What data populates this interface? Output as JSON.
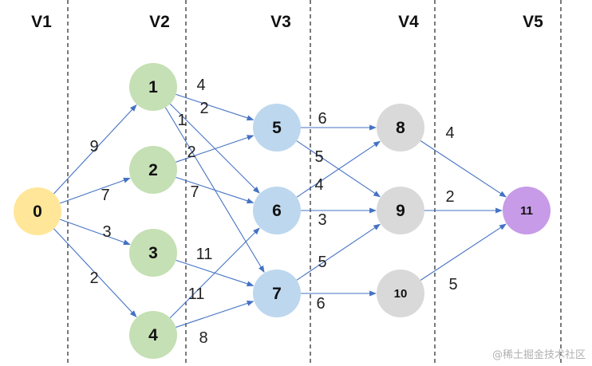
{
  "layers": [
    "V1",
    "V2",
    "V3",
    "V4",
    "V5"
  ],
  "nodes": [
    {
      "id": "0",
      "layer": 0,
      "color": "#FFE699"
    },
    {
      "id": "1",
      "layer": 1,
      "color": "#C5E0B4"
    },
    {
      "id": "2",
      "layer": 1,
      "color": "#C5E0B4"
    },
    {
      "id": "3",
      "layer": 1,
      "color": "#C5E0B4"
    },
    {
      "id": "4",
      "layer": 1,
      "color": "#C5E0B4"
    },
    {
      "id": "5",
      "layer": 2,
      "color": "#BDD7EE"
    },
    {
      "id": "6",
      "layer": 2,
      "color": "#BDD7EE"
    },
    {
      "id": "7",
      "layer": 2,
      "color": "#BDD7EE"
    },
    {
      "id": "8",
      "layer": 3,
      "color": "#D9D9D9"
    },
    {
      "id": "9",
      "layer": 3,
      "color": "#D9D9D9"
    },
    {
      "id": "10",
      "layer": 3,
      "color": "#D9D9D9"
    },
    {
      "id": "11",
      "layer": 4,
      "color": "#C79BE8"
    }
  ],
  "edges": [
    {
      "from": "0",
      "to": "1",
      "weight": "9"
    },
    {
      "from": "0",
      "to": "2",
      "weight": "7"
    },
    {
      "from": "0",
      "to": "3",
      "weight": "3"
    },
    {
      "from": "0",
      "to": "4",
      "weight": "2"
    },
    {
      "from": "1",
      "to": "5",
      "weight": "4"
    },
    {
      "from": "1",
      "to": "6",
      "weight": "2"
    },
    {
      "from": "1",
      "to": "7",
      "weight": "1"
    },
    {
      "from": "2",
      "to": "5",
      "weight": "2"
    },
    {
      "from": "2",
      "to": "6",
      "weight": "7"
    },
    {
      "from": "3",
      "to": "7",
      "weight": "11"
    },
    {
      "from": "4",
      "to": "6",
      "weight": "11"
    },
    {
      "from": "4",
      "to": "7",
      "weight": "8"
    },
    {
      "from": "5",
      "to": "8",
      "weight": "6"
    },
    {
      "from": "5",
      "to": "9",
      "weight": "5"
    },
    {
      "from": "6",
      "to": "8",
      "weight": "4"
    },
    {
      "from": "6",
      "to": "9",
      "weight": "3"
    },
    {
      "from": "7",
      "to": "9",
      "weight": "5"
    },
    {
      "from": "7",
      "to": "10",
      "weight": "6"
    },
    {
      "from": "8",
      "to": "11",
      "weight": "4"
    },
    {
      "from": "9",
      "to": "11",
      "weight": "2"
    },
    {
      "from": "10",
      "to": "11",
      "weight": "5"
    }
  ],
  "edge_color": "#4472C4",
  "watermark": "@稀土掘金技术社区"
}
